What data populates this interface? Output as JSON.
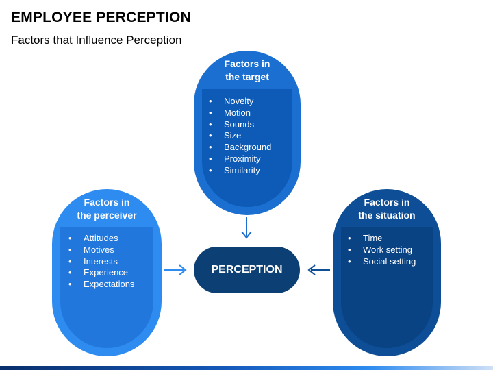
{
  "title": "EMPLOYEE PERCEPTION",
  "subtitle": "Factors that Influence Perception",
  "target": {
    "heading": [
      "Factors in",
      "the target"
    ],
    "items": [
      "Novelty",
      "Motion",
      "Sounds",
      "Size",
      "Background",
      "Proximity",
      "Similarity"
    ]
  },
  "perceiver": {
    "heading": [
      "Factors in",
      "the perceiver"
    ],
    "items": [
      "Attitudes",
      "Motives",
      "Interests",
      "Experience",
      "Expectations"
    ]
  },
  "situation": {
    "heading": [
      "Factors in",
      "the situation"
    ],
    "items": [
      "Time",
      "Work setting",
      "Social setting"
    ]
  },
  "center": {
    "label": "PERCEPTION"
  },
  "colors": {
    "target": "#1a6fd0",
    "perceiver": "#2e8bf0",
    "situation": "#0e4e96",
    "center": "#0c3f74"
  }
}
